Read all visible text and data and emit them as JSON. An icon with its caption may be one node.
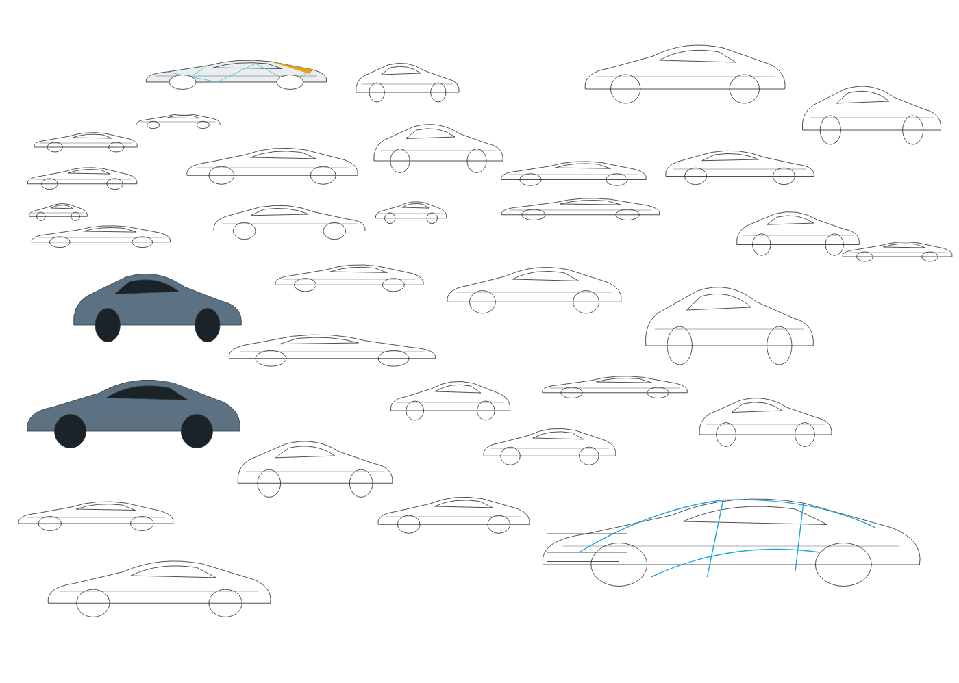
{
  "diagram": {
    "nodes": [
      {
        "text": [],
        "shape": "picture"
      },
      {
        "text": [],
        "shape": "picture"
      },
      {
        "text": [],
        "shape": "picture"
      },
      {
        "text": [],
        "shape": "picture"
      },
      {
        "text": [],
        "shape": "picture"
      },
      {
        "text": [],
        "shape": "picture"
      },
      {
        "text": [],
        "shape": "picture"
      },
      {
        "text": [],
        "shape": "picture"
      },
      {
        "text": [],
        "shape": "picture"
      },
      {
        "text": [],
        "shape": "picture"
      },
      {
        "text": [],
        "shape": "picture"
      },
      {
        "text": [],
        "shape": "picture"
      },
      {
        "text": [],
        "shape": "picture"
      },
      {
        "text": [],
        "shape": "picture"
      },
      {
        "text": [],
        "shape": "picture"
      },
      {
        "text": [],
        "shape": "picture"
      },
      {
        "text": [],
        "shape": "picture"
      },
      {
        "text": [],
        "shape": "picture"
      },
      {
        "text": [],
        "shape": "picture"
      },
      {
        "text": [],
        "shape": "picture"
      },
      {
        "text": [],
        "shape": "picture"
      },
      {
        "text": [],
        "shape": "picture"
      },
      {
        "text": [],
        "shape": "picture"
      },
      {
        "text": [],
        "shape": "picture"
      },
      {
        "text": [],
        "shape": "picture"
      },
      {
        "text": [],
        "shape": "picture"
      },
      {
        "text": [],
        "shape": "picture"
      },
      {
        "text": [],
        "shape": "picture"
      },
      {
        "text": [],
        "shape": "picture"
      },
      {
        "text": [],
        "shape": "picture"
      },
      {
        "text": [],
        "shape": "picture"
      },
      {
        "text": [],
        "shape": "picture"
      },
      {
        "text": [],
        "shape": "picture"
      }
    ]
  }
}
